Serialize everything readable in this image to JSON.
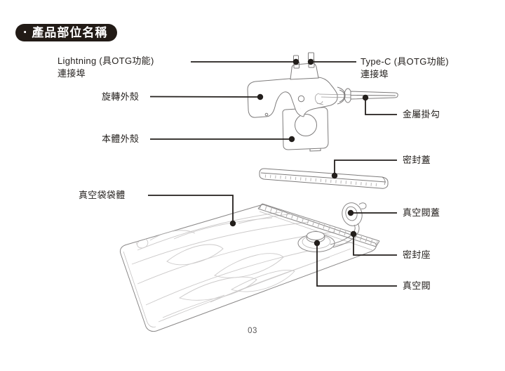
{
  "header": {
    "bullet": "·",
    "title": "產品部位名稱"
  },
  "footer": {
    "page_number": "03"
  },
  "colors": {
    "title_bg": "#221b16",
    "title_text": "#ffffff",
    "label_text": "#231f1c",
    "leader_line": "#231f1c",
    "artwork_line": "#7d7b7b",
    "bag_pattern_line": "#cccaca"
  },
  "labels": {
    "lightning_port": {
      "line1": "Lightning (具OTG功能)",
      "line2": "連接埠"
    },
    "type_c_port": {
      "line1": "Type-C (具OTG功能)",
      "line2": "連接埠"
    },
    "rotating_shell": "旋轉外殼",
    "body_shell": "本體外殼",
    "vacuum_bag_body": "真空袋袋體",
    "metal_hook": "金屬掛勾",
    "sealing_cover": "密封蓋",
    "vacuum_valve_cover": "真空閥蓋",
    "sealing_seat": "密封座",
    "vacuum_valve": "真空閥"
  }
}
